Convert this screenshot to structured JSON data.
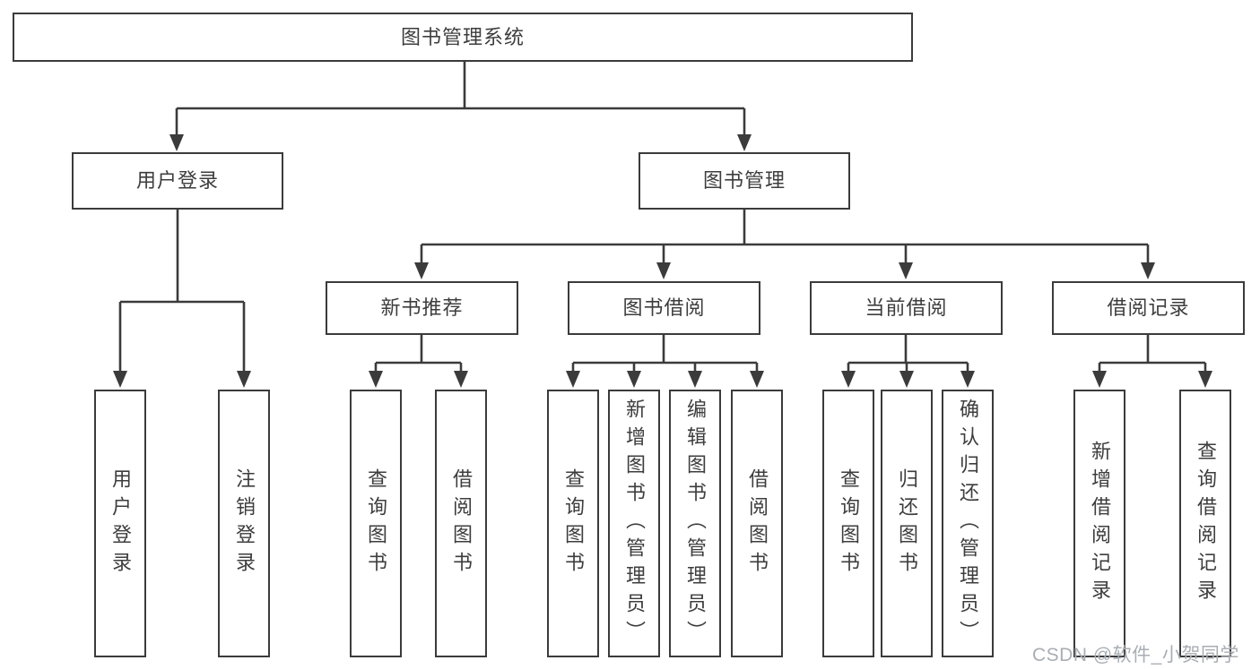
{
  "tree": {
    "label": "图书管理系统",
    "children": [
      {
        "label": "用户登录",
        "children": [
          {
            "label": "用户登录"
          },
          {
            "label": "注销登录"
          }
        ]
      },
      {
        "label": "图书管理",
        "children": [
          {
            "label": "新书推荐",
            "children": [
              {
                "label": "查询图书"
              },
              {
                "label": "借阅图书"
              }
            ]
          },
          {
            "label": "图书借阅",
            "children": [
              {
                "label": "查询图书"
              },
              {
                "label": "新增图书（管理员）"
              },
              {
                "label": "编辑图书（管理员）"
              },
              {
                "label": "借阅图书"
              }
            ]
          },
          {
            "label": "当前借阅",
            "children": [
              {
                "label": "查询图书"
              },
              {
                "label": "归还图书"
              },
              {
                "label": "确认归还（管理员）"
              }
            ]
          },
          {
            "label": "借阅记录",
            "children": [
              {
                "label": "新增借阅记录"
              },
              {
                "label": "查询借阅记录"
              }
            ]
          }
        ]
      }
    ]
  },
  "watermark": "CSDN @软件_小贺同学",
  "colors": {
    "line": "#3b3b3b",
    "text": "#3d3d3d",
    "background": "#ffffff",
    "watermark": "#a9aeb4"
  }
}
